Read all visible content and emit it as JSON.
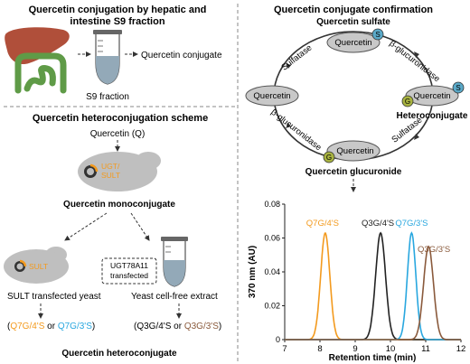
{
  "panels": {
    "top_left": {
      "title_line1": "Quercetin conjugation by hepatic and",
      "title_line2": "intestine S9 fraction",
      "s9_label": "S9 fraction",
      "product_label": "Quercetin conjugate"
    },
    "bottom_left": {
      "title": "Quercetin heteroconjugation scheme",
      "quercetin_label": "Quercetin (Q)",
      "enzyme_label_1": "UGT/",
      "enzyme_label_2": "SULT",
      "monoconjugate_label": "Quercetin monoconjugate",
      "sult_label": "SULT",
      "ugt_box_line1": "UGT78A11",
      "ugt_box_line2": "transfected",
      "sult_yeast_label": "SULT transfected yeast",
      "cellfree_label": "Yeast cell-free extract",
      "left_result": {
        "open": "(",
        "a": "Q7G/4'S",
        "or": " or ",
        "b": "Q7G/3'S",
        "close": ")"
      },
      "right_result": {
        "open": "(",
        "a": "Q3G/4'S",
        "or": " or ",
        "b": "Q3G/3'S",
        "close": ")"
      },
      "heteroconjugate_label": "Quercetin heteroconjugate"
    },
    "right": {
      "title": "Quercetin conjugate confirmation",
      "sulfate_title": "Quercetin sulfate",
      "node_label": "Quercetin",
      "badge_s": "S",
      "badge_g": "G",
      "sulfatase_1": "Sulfatase",
      "sulfatase_2": "Sulfatase",
      "beta_gluc_1": "β-glucuronidase",
      "beta_gluc_2": "β-glucuronidase",
      "heteroconjugate_label": "Heteroconjugate",
      "glucuronide_label": "Quercetin glucuronide"
    }
  },
  "colors": {
    "liver": "#b04f3a",
    "intestine": "#5f9b47",
    "tube_liquid": "#93a9b8",
    "yeast": "#bfbfbf",
    "orange": "#f39a1e",
    "black": "#222222",
    "blue": "#29a7df",
    "brown": "#8a5a3c",
    "badge_s": "#5aa9c8",
    "badge_g": "#a8b340"
  },
  "chart_data": {
    "type": "line",
    "xlabel": "Retention time (min)",
    "ylabel": "370 nm (AU)",
    "xlim": [
      7,
      12
    ],
    "ylim": [
      0,
      0.08
    ],
    "xticks": [
      7,
      8,
      9,
      10,
      11,
      12
    ],
    "yticks": [
      0,
      0.02,
      0.04,
      0.06,
      0.08
    ],
    "ytick_labels": [
      "0",
      "0.02",
      "0.04",
      "0.06",
      "0.08"
    ],
    "series": [
      {
        "name": "Q7G/4'S",
        "color": "#f39a1e",
        "peak_x": 8.15,
        "peak_y": 0.063,
        "width": 0.13
      },
      {
        "name": "Q3G/4'S",
        "color": "#222222",
        "peak_x": 9.72,
        "peak_y": 0.063,
        "width": 0.14
      },
      {
        "name": "Q7G/3'S",
        "color": "#29a7df",
        "peak_x": 10.6,
        "peak_y": 0.063,
        "width": 0.12
      },
      {
        "name": "Q3G/3'S",
        "color": "#8a5a3c",
        "peak_x": 11.08,
        "peak_y": 0.055,
        "width": 0.14
      }
    ]
  }
}
